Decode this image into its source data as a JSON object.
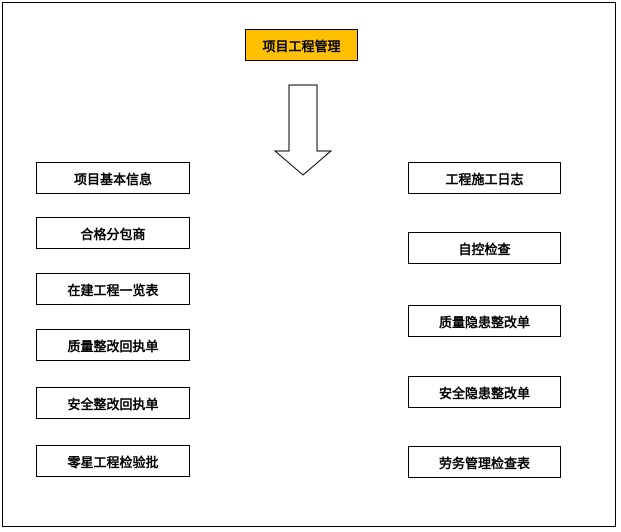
{
  "colors": {
    "title_fill": "#FFC000",
    "border": "#000000",
    "background": "#FFFFFF"
  },
  "title": "项目工程管理",
  "left_items": [
    {
      "label": "项目基本信息"
    },
    {
      "label": "合格分包商"
    },
    {
      "label": "在建工程一览表"
    },
    {
      "label": "质量整改回执单"
    },
    {
      "label": "安全整改回执单"
    },
    {
      "label": "零星工程检验批"
    }
  ],
  "right_items": [
    {
      "label": "工程施工日志"
    },
    {
      "label": "自控检查"
    },
    {
      "label": "质量隐患整改单"
    },
    {
      "label": "安全隐患整改单"
    },
    {
      "label": "劳务管理检查表"
    }
  ]
}
